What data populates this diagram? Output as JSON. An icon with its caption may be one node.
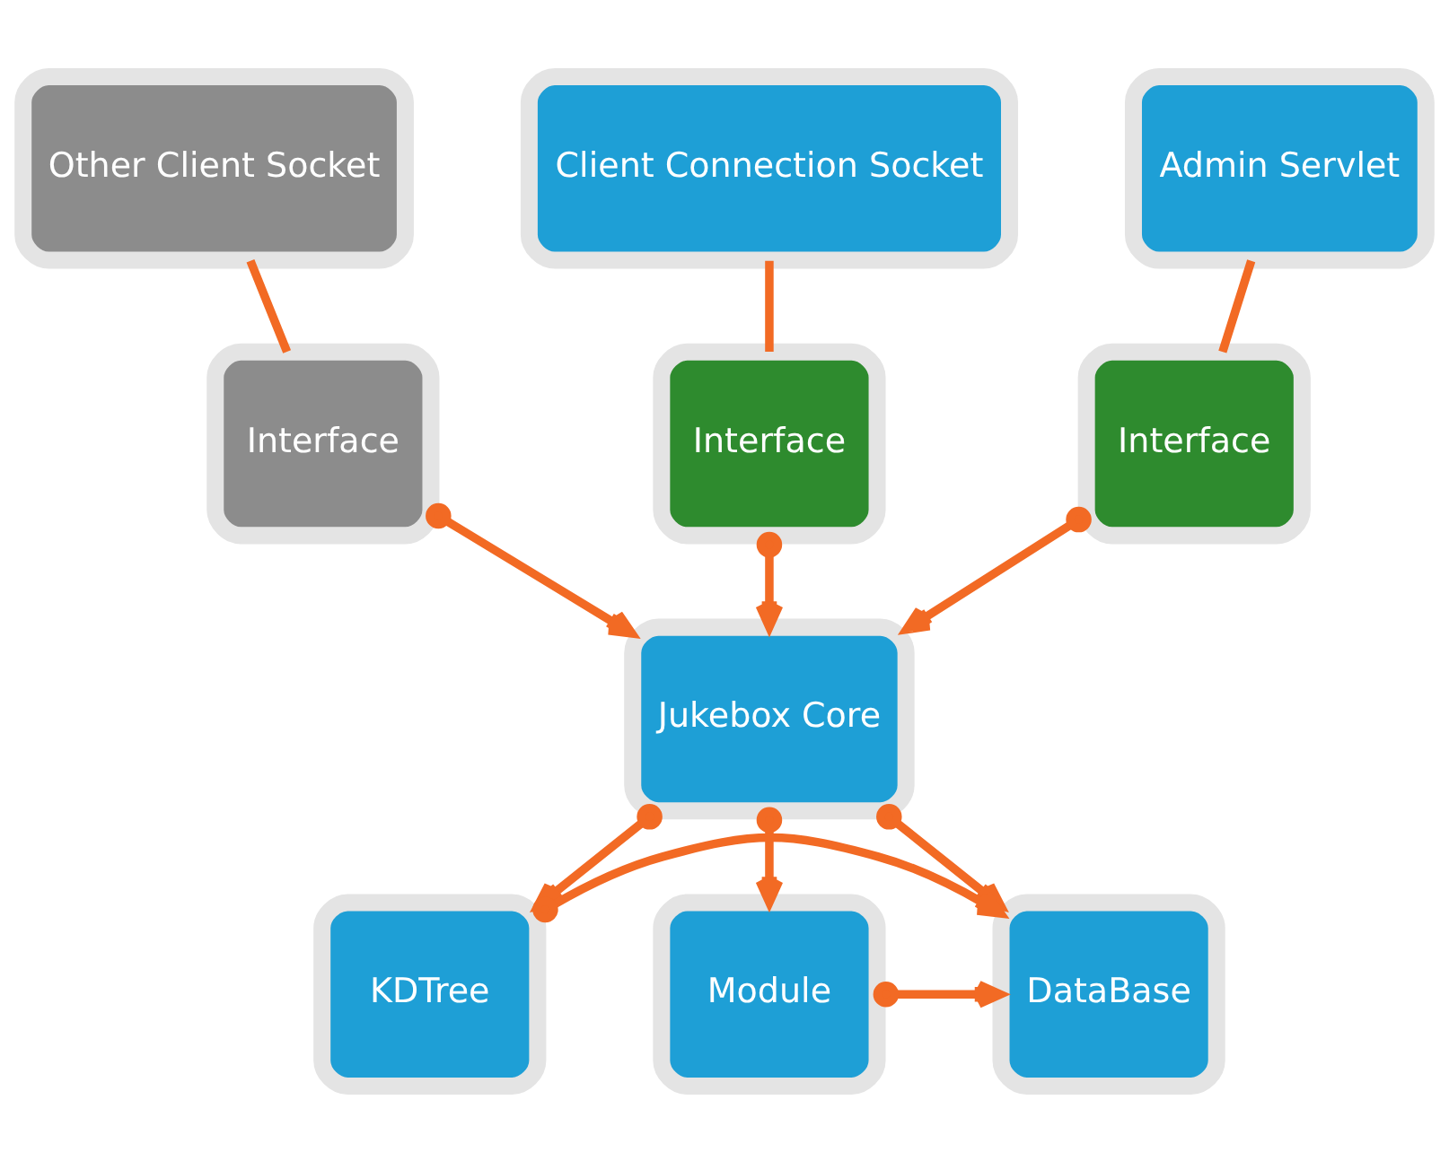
{
  "diagram": {
    "nodes": [
      {
        "text": [
          "Other Client Socket"
        ]
      },
      {
        "text": [
          "Client Connection Socket"
        ]
      },
      {
        "text": [
          "Admin Servlet"
        ]
      },
      {
        "text": [
          "Interface"
        ]
      },
      {
        "text": [
          "Interface"
        ]
      },
      {
        "text": [
          "Interface"
        ]
      },
      {
        "text": [
          "Jukebox Core"
        ]
      },
      {
        "text": [
          "KDTree"
        ]
      },
      {
        "text": [
          "DataBase"
        ]
      },
      {
        "text": [
          "Module"
        ]
      }
    ],
    "edges": [
      {
        "from": 0,
        "to": 3,
        "arrow": "none"
      },
      {
        "from": 1,
        "to": 4,
        "arrow": "none"
      },
      {
        "from": 2,
        "to": 5,
        "arrow": "none"
      },
      {
        "from": 4,
        "to": 6,
        "arrow": "to"
      },
      {
        "from": 5,
        "to": 6,
        "arrow": "to"
      },
      {
        "from": 3,
        "to": 6,
        "arrow": "to"
      },
      {
        "from": 6,
        "to": 7,
        "arrow": "to"
      },
      {
        "from": 6,
        "to": 8,
        "arrow": "to"
      },
      {
        "from": 6,
        "to": 9,
        "arrow": "to"
      },
      {
        "from": 7,
        "to": 8,
        "arrow": "to"
      },
      {
        "from": 9,
        "to": 8,
        "arrow": "to"
      }
    ]
  }
}
